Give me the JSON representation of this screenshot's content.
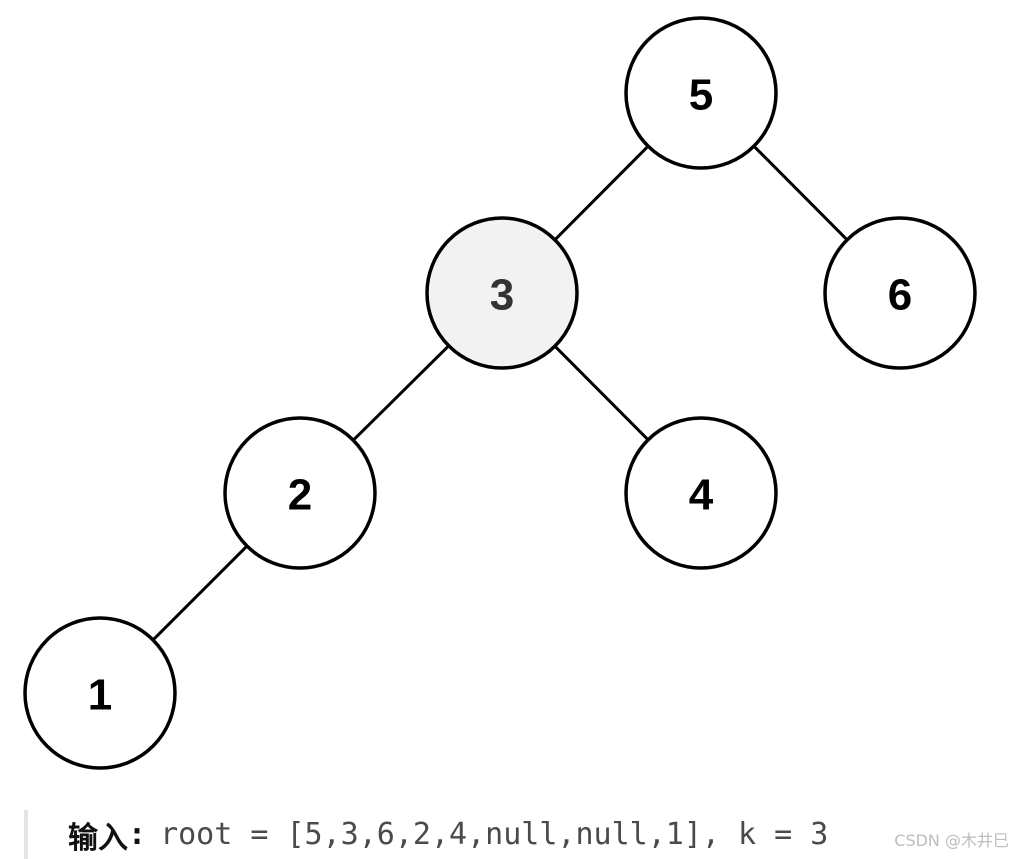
{
  "tree": {
    "nodes": [
      {
        "id": "n5",
        "label": "5",
        "highlighted": false
      },
      {
        "id": "n3",
        "label": "3",
        "highlighted": true
      },
      {
        "id": "n6",
        "label": "6",
        "highlighted": false
      },
      {
        "id": "n2",
        "label": "2",
        "highlighted": false
      },
      {
        "id": "n4",
        "label": "4",
        "highlighted": false
      },
      {
        "id": "n1",
        "label": "1",
        "highlighted": false
      }
    ],
    "edges": [
      [
        "n5",
        "n3"
      ],
      [
        "n5",
        "n6"
      ],
      [
        "n3",
        "n2"
      ],
      [
        "n3",
        "n4"
      ],
      [
        "n2",
        "n1"
      ]
    ]
  },
  "colors": {
    "node_fill": "#ffffff",
    "highlight_fill": "#f2f2f2",
    "stroke": "#000000",
    "label": "#000000",
    "highlight_label": "#333333"
  },
  "example": {
    "label": "输入",
    "colon": ":",
    "code": "root = [5,3,6,2,4,null,null,1], k = 3"
  },
  "watermark": "CSDN @木井巳"
}
